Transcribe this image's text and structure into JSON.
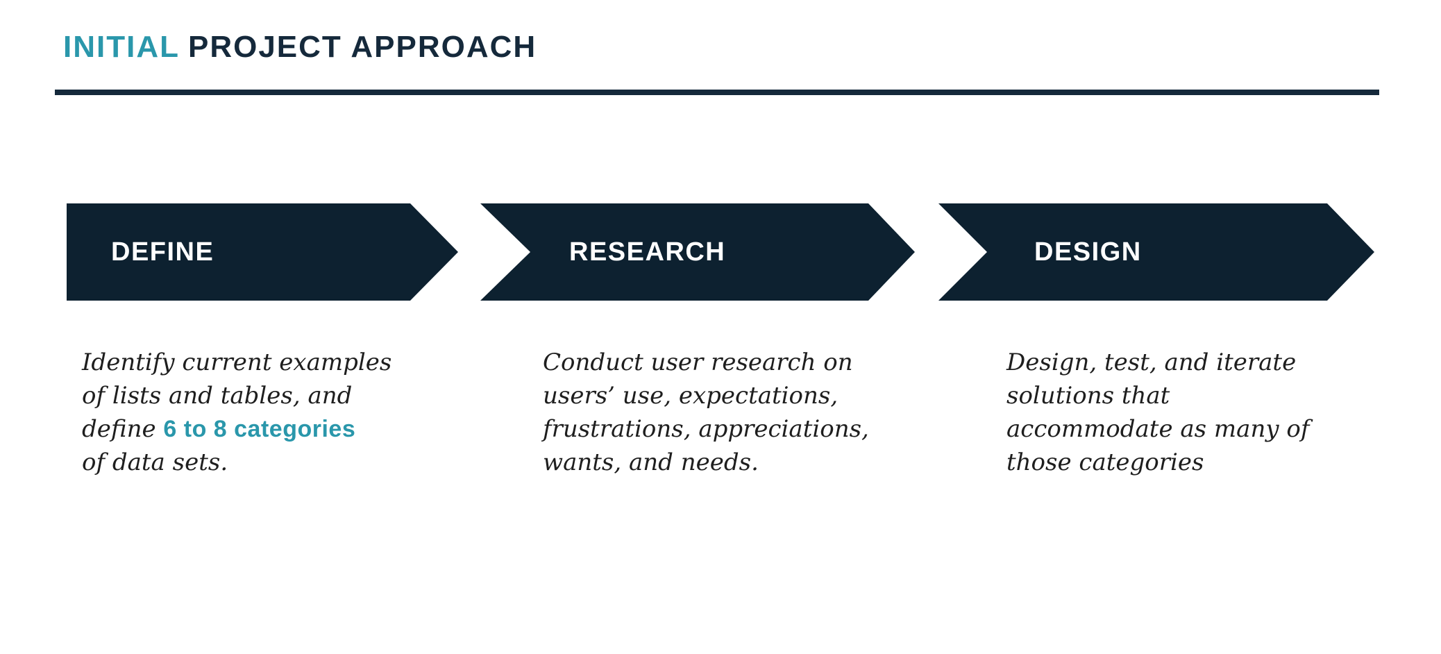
{
  "colors": {
    "page_bg": "#ffffff",
    "navy": "#0d2130",
    "navy_title": "#15293b",
    "teal": "#2a97ab",
    "label_text": "#ffffff",
    "body_text": "#1e1e1e"
  },
  "title": {
    "accent": "INITIAL",
    "rest": "PROJECT APPROACH"
  },
  "steps": [
    {
      "label": "DEFINE",
      "description_lines": [
        [
          {
            "text": "Identify current examples",
            "highlight": false
          }
        ],
        [
          {
            "text": "of lists and tables, and",
            "highlight": false
          }
        ],
        [
          {
            "text": "define ",
            "highlight": false
          },
          {
            "text": "6 to 8 categories",
            "highlight": true
          }
        ],
        [
          {
            "text": "of data sets.",
            "highlight": false
          }
        ]
      ]
    },
    {
      "label": "RESEARCH",
      "description_lines": [
        [
          {
            "text": "Conduct user research on",
            "highlight": false
          }
        ],
        [
          {
            "text": "users’ use, expectations,",
            "highlight": false
          }
        ],
        [
          {
            "text": "frustrations, appreciations,",
            "highlight": false
          }
        ],
        [
          {
            "text": "wants, and needs.",
            "highlight": false
          }
        ]
      ]
    },
    {
      "label": "DESIGN",
      "description_lines": [
        [
          {
            "text": "Design, test, and iterate",
            "highlight": false
          }
        ],
        [
          {
            "text": "solutions that",
            "highlight": false
          }
        ],
        [
          {
            "text": "accommodate as many of",
            "highlight": false
          }
        ],
        [
          {
            "text": "those categories",
            "highlight": false
          }
        ]
      ]
    }
  ]
}
